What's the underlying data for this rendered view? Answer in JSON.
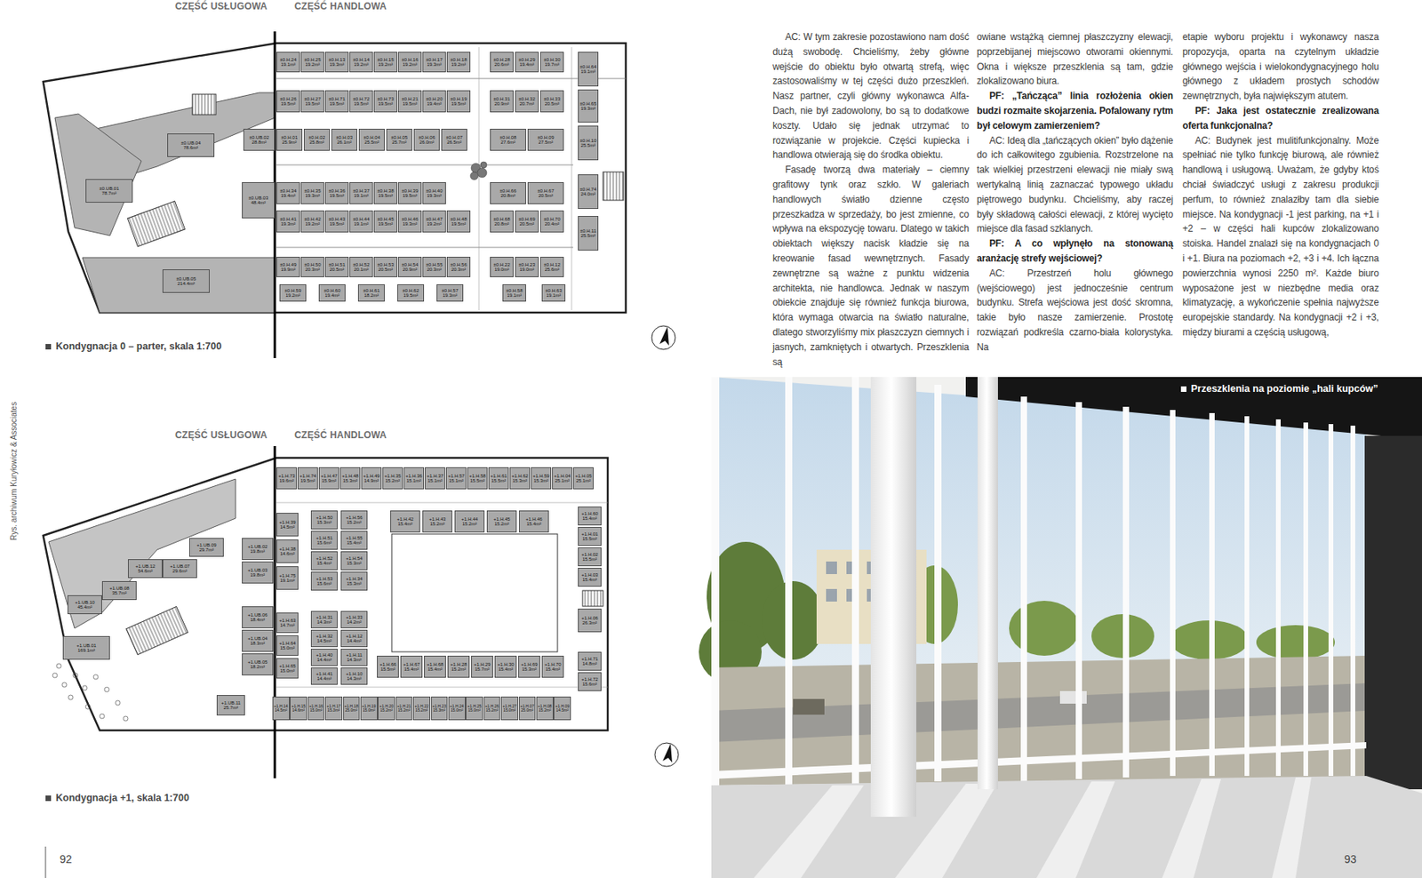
{
  "diagram": {
    "nodes": [
      {
        "text": [
          "±0.H.24",
          "19.1m²"
        ]
      },
      {
        "text": [
          "±0.H.25",
          "19.2m²"
        ]
      },
      {
        "text": [
          "±0.H.13",
          "19.3m²"
        ]
      },
      {
        "text": [
          "±0.H.14",
          "19.2m²"
        ]
      },
      {
        "text": [
          "±0.H.15",
          "19.2m²"
        ]
      },
      {
        "text": [
          "±0.H.16",
          "19.2m²"
        ]
      },
      {
        "text": [
          "±0.H.17",
          "19.3m²"
        ]
      },
      {
        "text": [
          "±0.H.18",
          "19.2m²"
        ]
      },
      {
        "text": [
          "±0.H.28",
          "20.6m²"
        ]
      },
      {
        "text": [
          "±0.H.29",
          "19.4m²"
        ]
      },
      {
        "text": [
          "±0.H.30",
          "19.7m²"
        ]
      },
      {
        "text": [
          "±0.H.64",
          "19.1m²"
        ]
      },
      {
        "text": [
          "±0.H.26",
          "19.5m²"
        ]
      },
      {
        "text": [
          "±0.H.27",
          "19.5m²"
        ]
      },
      {
        "text": [
          "±0.H.71",
          "19.5m²"
        ]
      },
      {
        "text": [
          "±0.H.72",
          "19.5m²"
        ]
      },
      {
        "text": [
          "±0.H.73",
          "19.5m²"
        ]
      },
      {
        "text": [
          "±0.H.21",
          "19.5m²"
        ]
      },
      {
        "text": [
          "±0.H.20",
          "19.4m²"
        ]
      },
      {
        "text": [
          "±0.H.19",
          "19.5m²"
        ]
      },
      {
        "text": [
          "±0.H.31",
          "20.9m²"
        ]
      },
      {
        "text": [
          "±0.H.32",
          "20.7m²"
        ]
      },
      {
        "text": [
          "±0.H.33",
          "20.5m²"
        ]
      },
      {
        "text": [
          "±0.H.65",
          "19.3m²"
        ]
      },
      {
        "text": [
          "±0.UB.02",
          "28.8m²"
        ]
      },
      {
        "text": [
          "±0.H.01",
          "25.9m²"
        ]
      },
      {
        "text": [
          "±0.H.02",
          "25.8m²"
        ]
      },
      {
        "text": [
          "±0.H.03",
          "26.1m²"
        ]
      },
      {
        "text": [
          "±0.H.04",
          "25.5m²"
        ]
      },
      {
        "text": [
          "±0.H.05",
          "25.7m²"
        ]
      },
      {
        "text": [
          "±0.H.06",
          "26.0m²"
        ]
      },
      {
        "text": [
          "±0.H.07",
          "26.5m²"
        ]
      },
      {
        "text": [
          "±0.H.08",
          "27.6m²"
        ]
      },
      {
        "text": [
          "±0.H.09",
          "27.5m²"
        ]
      },
      {
        "text": [
          "±0.H.10",
          "25.5m²"
        ]
      },
      {
        "text": [
          "±0.UB.03",
          "48.4m²"
        ]
      },
      {
        "text": [
          "±0.H.34",
          "19.4m²"
        ]
      },
      {
        "text": [
          "±0.H.35",
          "19.3m²"
        ]
      },
      {
        "text": [
          "±0.H.36",
          "19.5m²"
        ]
      },
      {
        "text": [
          "±0.H.37",
          "19.1m²"
        ]
      },
      {
        "text": [
          "±0.H.38",
          "19.5m²"
        ]
      },
      {
        "text": [
          "±0.H.39",
          "19.5m²"
        ]
      },
      {
        "text": [
          "±0.H.40",
          "19.3m²"
        ]
      },
      {
        "text": [
          "±0.H.66",
          "20.8m²"
        ]
      },
      {
        "text": [
          "±0.H.67",
          "20.5m²"
        ]
      },
      {
        "text": [
          "±0.H.74",
          "24.0m²"
        ]
      },
      {
        "text": [
          "±0.H.41",
          "19.3m²"
        ]
      },
      {
        "text": [
          "±0.H.42",
          "19.2m²"
        ]
      },
      {
        "text": [
          "±0.H.43",
          "19.5m²"
        ]
      },
      {
        "text": [
          "±0.H.44",
          "19.1m²"
        ]
      },
      {
        "text": [
          "±0.H.45",
          "19.5m²"
        ]
      },
      {
        "text": [
          "±0.H.46",
          "19.3m²"
        ]
      },
      {
        "text": [
          "±0.H.47",
          "19.2m²"
        ]
      },
      {
        "text": [
          "±0.H.48",
          "19.5m²"
        ]
      },
      {
        "text": [
          "±0.H.68",
          "20.8m²"
        ]
      },
      {
        "text": [
          "±0.H.69",
          "20.5m²"
        ]
      },
      {
        "text": [
          "±0.H.70",
          "20.4m²"
        ]
      },
      {
        "text": [
          "±0.H.11",
          "25.5m²"
        ]
      },
      {
        "text": [
          "±0.H.49",
          "19.9m²"
        ]
      },
      {
        "text": [
          "±0.H.50",
          "20.3m²"
        ]
      },
      {
        "text": [
          "±0.H.51",
          "20.5m²"
        ]
      },
      {
        "text": [
          "±0.H.52",
          "20.1m²"
        ]
      },
      {
        "text": [
          "±0.H.53",
          "20.5m²"
        ]
      },
      {
        "text": [
          "±0.H.54",
          "20.9m²"
        ]
      },
      {
        "text": [
          "±0.H.55",
          "20.3m²"
        ]
      },
      {
        "text": [
          "±0.H.56",
          "20.3m²"
        ]
      },
      {
        "text": [
          "±0.H.22",
          "19.0m²"
        ]
      },
      {
        "text": [
          "±0.H.23",
          "19.0m²"
        ]
      },
      {
        "text": [
          "±0.H.12",
          "25.6m²"
        ]
      },
      {
        "text": [
          "±0.H.59",
          "19.2m²"
        ]
      },
      {
        "text": [
          "±0.H.60",
          "19.4m²"
        ]
      },
      {
        "text": [
          "±0.H.61",
          "18.2m²"
        ]
      },
      {
        "text": [
          "±0.H.62",
          "19.5m²"
        ]
      },
      {
        "text": [
          "±0.H.57",
          "19.3m²"
        ]
      },
      {
        "text": [
          "±0.H.58",
          "19.1m²"
        ]
      },
      {
        "text": [
          "±0.H.63",
          "19.1m²"
        ]
      },
      {
        "text": [
          "±0.UB.04",
          "78.6m²"
        ]
      },
      {
        "text": [
          "±0.UB.01",
          "78.7m²"
        ]
      },
      {
        "text": [
          "±0.UB.05",
          "214.4m²"
        ]
      },
      {
        "text": [
          "+1.H.73",
          "19.6m²"
        ]
      },
      {
        "text": [
          "+1.H.74",
          "19.5m²"
        ]
      },
      {
        "text": [
          "+1.H.47",
          "15.9m²"
        ]
      },
      {
        "text": [
          "+1.H.48",
          "15.3m²"
        ]
      },
      {
        "text": [
          "+1.H.49",
          "14.9m²"
        ]
      },
      {
        "text": [
          "+1.H.35",
          "15.2m²"
        ]
      },
      {
        "text": [
          "+1.H.36",
          "15.1m²"
        ]
      },
      {
        "text": [
          "+1.H.37",
          "15.1m²"
        ]
      },
      {
        "text": [
          "+1.H.57",
          "15.1m²"
        ]
      },
      {
        "text": [
          "+1.H.58",
          "15.5m²"
        ]
      },
      {
        "text": [
          "+1.H.61",
          "15.5m²"
        ]
      },
      {
        "text": [
          "+1.H.62",
          "15.3m²"
        ]
      },
      {
        "text": [
          "+1.H.59",
          "15.3m²"
        ]
      },
      {
        "text": [
          "+1.H.04",
          "25.1m²"
        ]
      },
      {
        "text": [
          "+1.H.05",
          "25.1m²"
        ]
      },
      {
        "text": [
          "+1.H.39",
          "14.5m²"
        ]
      },
      {
        "text": [
          "+1.H.38",
          "14.6m²"
        ]
      },
      {
        "text": [
          "+1.H.75",
          "19.1m²"
        ]
      },
      {
        "text": [
          "+1.H.50",
          "15.3m²"
        ]
      },
      {
        "text": [
          "+1.H.51",
          "15.6m²"
        ]
      },
      {
        "text": [
          "+1.H.52",
          "15.4m²"
        ]
      },
      {
        "text": [
          "+1.H.53",
          "15.6m²"
        ]
      },
      {
        "text": [
          "+1.H.56",
          "15.2m²"
        ]
      },
      {
        "text": [
          "+1.H.55",
          "15.4m²"
        ]
      },
      {
        "text": [
          "+1.H.54",
          "15.3m²"
        ]
      },
      {
        "text": [
          "+1.H.34",
          "15.3m²"
        ]
      },
      {
        "text": [
          "+1.H.42",
          "15.4m²"
        ]
      },
      {
        "text": [
          "+1.H.43",
          "15.2m²"
        ]
      },
      {
        "text": [
          "+1.H.44",
          "15.2m²"
        ]
      },
      {
        "text": [
          "+1.H.45",
          "15.2m²"
        ]
      },
      {
        "text": [
          "+1.H.46",
          "15.4m²"
        ]
      },
      {
        "text": [
          "+1.H.60",
          "15.4m²"
        ]
      },
      {
        "text": [
          "+1.H.01",
          "15.5m²"
        ]
      },
      {
        "text": [
          "+1.H.02",
          "15.5m²"
        ]
      },
      {
        "text": [
          "+1.H.03",
          "15.4m²"
        ]
      },
      {
        "text": [
          "+1.H.06",
          "26.3m²"
        ]
      },
      {
        "text": [
          "+1.H.71",
          "14.8m²"
        ]
      },
      {
        "text": [
          "+1.H.72",
          "15.6m²"
        ]
      },
      {
        "text": [
          "+1.H.63",
          "14.7m²"
        ]
      },
      {
        "text": [
          "+1.H.64",
          "15.0m²"
        ]
      },
      {
        "text": [
          "+1.H.65",
          "15.0m²"
        ]
      },
      {
        "text": [
          "+1.H.31",
          "14.3m²"
        ]
      },
      {
        "text": [
          "+1.H.32",
          "14.5m²"
        ]
      },
      {
        "text": [
          "+1.H.40",
          "14.4m²"
        ]
      },
      {
        "text": [
          "+1.H.41",
          "14.4m²"
        ]
      },
      {
        "text": [
          "+1.H.33",
          "14.2m²"
        ]
      },
      {
        "text": [
          "+1.H.12",
          "14.4m²"
        ]
      },
      {
        "text": [
          "+1.H.11",
          "14.3m²"
        ]
      },
      {
        "text": [
          "+1.H.10",
          "14.3m²"
        ]
      },
      {
        "text": [
          "+1.H.66",
          "15.5m²"
        ]
      },
      {
        "text": [
          "+1.H.67",
          "15.4m²"
        ]
      },
      {
        "text": [
          "+1.H.68",
          "15.4m²"
        ]
      },
      {
        "text": [
          "+1.H.28",
          "15.2m²"
        ]
      },
      {
        "text": [
          "+1.H.29",
          "15.7m²"
        ]
      },
      {
        "text": [
          "+1.H.30",
          "15.4m²"
        ]
      },
      {
        "text": [
          "+1.H.69",
          "15.3m²"
        ]
      },
      {
        "text": [
          "+1.H.70",
          "15.4m²"
        ]
      },
      {
        "text": [
          "+1.H.14",
          "14.5m²"
        ]
      },
      {
        "text": [
          "+1.H.15",
          "14.6m²"
        ]
      },
      {
        "text": [
          "+1.H.16",
          "15.0m²"
        ]
      },
      {
        "text": [
          "+1.H.17",
          "15.3m²"
        ]
      },
      {
        "text": [
          "+1.H.18",
          "25.0m²"
        ]
      },
      {
        "text": [
          "+1.H.19",
          "15.0m²"
        ]
      },
      {
        "text": [
          "+1.H.20",
          "15.2m²"
        ]
      },
      {
        "text": [
          "+1.H.21",
          "15.2m²"
        ]
      },
      {
        "text": [
          "+1.H.22",
          "15.2m²"
        ]
      },
      {
        "text": [
          "+1.H.23",
          "15.3m²"
        ]
      },
      {
        "text": [
          "+1.H.24",
          "15.0m²"
        ]
      },
      {
        "text": [
          "+1.H.25",
          "15.0m²"
        ]
      },
      {
        "text": [
          "+1.H.26",
          "15.2m²"
        ]
      },
      {
        "text": [
          "+1.H.27",
          "15.0m²"
        ]
      },
      {
        "text": [
          "+1.H.07",
          "25.0m²"
        ]
      },
      {
        "text": [
          "+1.H.08",
          "15.2m²"
        ]
      },
      {
        "text": [
          "+1.H.09",
          "14.5m²"
        ]
      },
      {
        "text": [
          "+1.UB.02",
          "19.8m²"
        ]
      },
      {
        "text": [
          "+1.UB.03",
          "19.8m²"
        ]
      },
      {
        "text": [
          "+1.UB.06",
          "18.4m²"
        ]
      },
      {
        "text": [
          "+1.UB.04",
          "18.3m²"
        ]
      },
      {
        "text": [
          "+1.UB.05",
          "18.2m²"
        ]
      },
      {
        "text": [
          "+1.UB.09",
          "29.7m²"
        ]
      },
      {
        "text": [
          "+1.UB.07",
          "29.6m²"
        ]
      },
      {
        "text": [
          "+1.UB.12",
          "54.6m²"
        ]
      },
      {
        "text": [
          "+1.UB.08",
          "35.7m²"
        ]
      },
      {
        "text": [
          "+1.UB.10",
          "45.4m²"
        ]
      },
      {
        "text": [
          "+1.UB.01",
          "169.1m²"
        ]
      },
      {
        "text": [
          "+1.UB.11",
          "25.7m²"
        ]
      }
    ],
    "labels": [
      "CZĘŚĆ USŁUGOWA",
      "CZĘŚĆ HANDLOWA",
      "Kondygnacja 0 – parter, skala 1:700",
      "Rys. archiwum Kuryłowicz & Associates",
      "CZĘŚĆ USŁUGOWA",
      "CZĘŚĆ HANDLOWA",
      "Kondygnacja +1, skala 1:700",
      "92",
      "AC: W tym zakresie pozostawiono nam dość dużą swobodę. Chcieliśmy, żeby główne wejście do obiektu było otwartą strefą, więc zastosowaliśmy w tej części dużo przeszkleń. Nasz partner, czyli główny wykonawca Alfa-Dach, nie był zadowolony, bo są to dodatkowe koszty. Udało się jednak utrzymać to rozwiązanie w projekcie. Części kupiecka i handlowa otwierają się do środka obiektu.",
      "Fasadę tworzą dwa materiały – ciemny grafitowy tynk oraz szkło. W galeriach handlowych światło dzienne często przeszkadza w sprzedaży, bo jest zmienne, co wpływa na ekspozycję towaru. Dlatego w takich obiektach większy nacisk kładzie się na kreowanie fasad wewnętrznych. Fasady zewnętrzne są ważne z punktu widzenia architekta, nie handlowca. Jednak w naszym obiekcie znajduje się również funkcja biurowa, która wymaga otwarcia na światło naturalne, dlatego stworzyliśmy mix płaszczyzn ciemnych i jasnych, zamkniętych i otwartych. Przeszklenia są",
      "owiane wstążką ciemnej płaszczyzny elewacji, poprzebijanej miejscowo otworami okiennymi. Okna i większe przeszklenia są tam, gdzie zlokalizowano biura.",
      "PF: „Tańcząca” linia rozłożenia okien budzi rozmaite skojarzenia. Pofalowany rytm był celowym zamierzeniem?",
      "AC: Ideą dla „tańczących okien” było dążenie do ich całkowitego zgubienia. Rozstrzelone na tak wielkiej przestrzeni elewacji nie miały swą wertykalną linią zaznaczać typowego układu piętrowego budynku. Chcieliśmy, aby raczej były składową całości elewacji, z której wycięto miejsce dla fasad szklanych.",
      "PF: A co wpłynęło na stonowaną aranżację strefy wejściowej?",
      "AC: Przestrzeń holu głównego (wejściowego) jest jednocześnie centrum budynku. Strefa wejściowa jest dość skromna, takie było nasze zamierzenie. Prostotę rozwiązań podkreśla czarno-biała kolorystyka. Na",
      "etapie wyboru projektu i wykonawcy nasza propozycja, oparta na czytelnym układzie głównego wejścia i wielokondygnacyjnego holu głównego z układem prostych schodów zewnętrznych, była największym atutem.",
      "PF: Jaka jest ostatecznie zrealizowana oferta funkcjonalna?",
      "AC: Budynek jest mulitifunkcjonalny. Może spełniać nie tylko funkcję biurową, ale również handlową i usługową. Uważam, że gdyby ktoś chciał świadczyć usługi z zakresu produkcji perfum, to również znalazłby tam dla siebie miejsce. Na kondygnacji -1 jest parking, na +1 i +2 – w części hali kupców zlokalizowano stoiska. Handel znalazł się na kondygnacjach 0 i +1. Biura na poziomach +2, +3 i +4. Ich łączna powierzchnia wynosi 2250 m². Każde biuro wyposażone jest w niezbędne media oraz klimatyzację, a wykończenie spełnia najwyższe europejskie standardy. Na kondygnacji +2 i +3, między biurami a częścią usługową,",
      "Przeszklenia na poziomie „hali kupców”",
      "93"
    ]
  }
}
